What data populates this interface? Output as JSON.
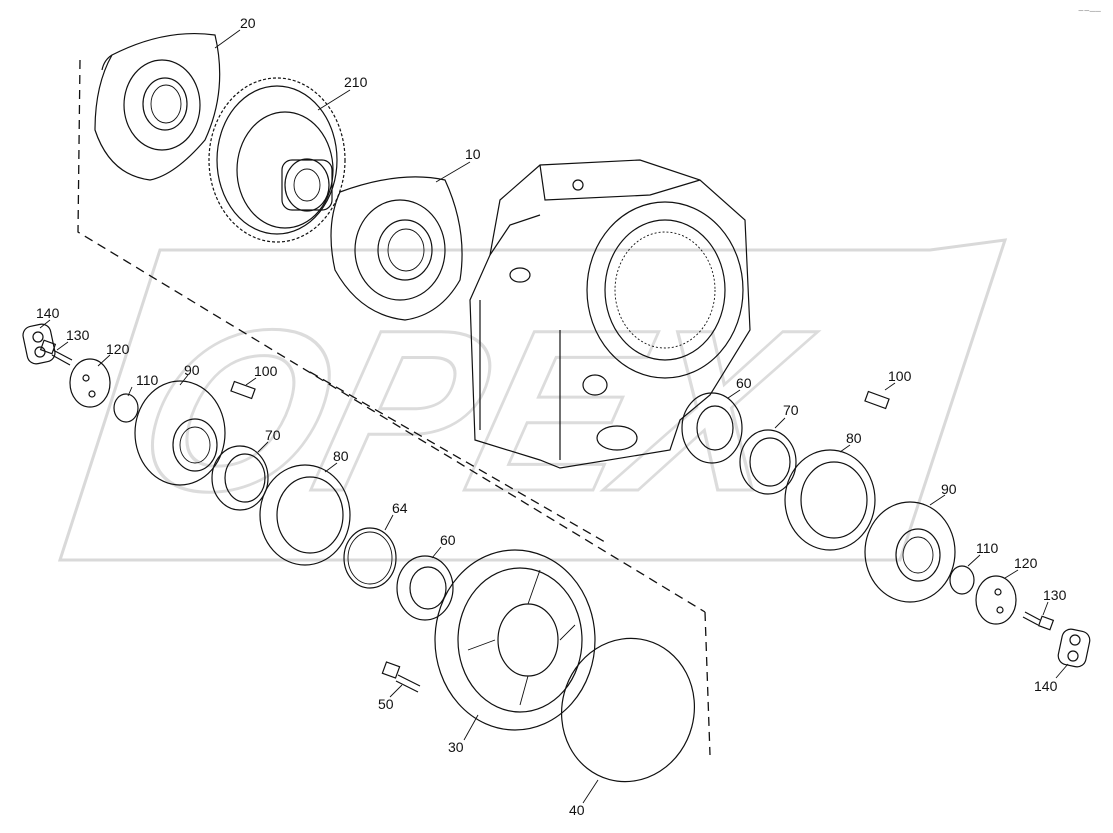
{
  "watermark": {
    "text": "OPEX"
  },
  "corner_mark": "−−––",
  "part_labels": {
    "p20": "20",
    "p210": "210",
    "p10": "10",
    "p140_left": "140",
    "p130_left": "130",
    "p120_left": "120",
    "p110_left": "110",
    "p90_left": "90",
    "p100_left": "100",
    "p70_left": "70",
    "p80_left": "80",
    "p64": "64",
    "p60_left": "60",
    "p50": "50",
    "p30": "30",
    "p40": "40",
    "p60_right": "60",
    "p70_right": "70",
    "p80_right": "80",
    "p100_right": "100",
    "p90_right": "90",
    "p110_right": "110",
    "p120_right": "120",
    "p130_right": "130",
    "p140_right": "140"
  }
}
